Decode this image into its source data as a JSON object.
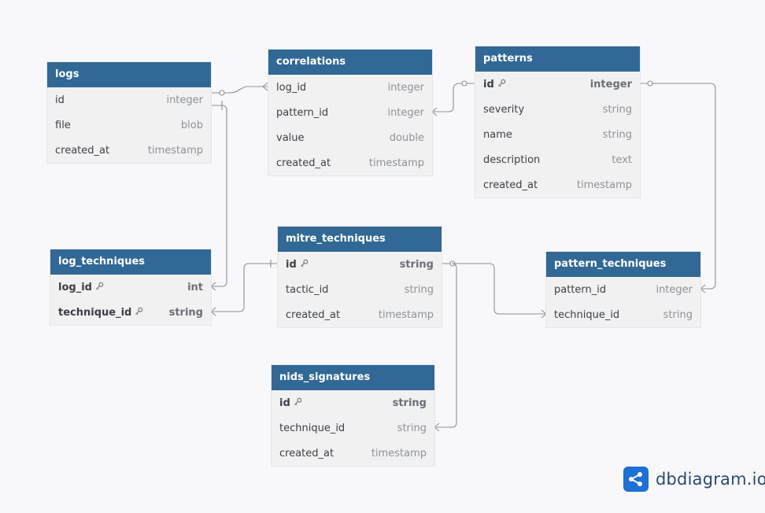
{
  "tables": [
    {
      "name": "logs",
      "fields": [
        {
          "name": "id",
          "type": "integer",
          "pk": false,
          "key_icon": false
        },
        {
          "name": "file",
          "type": "blob",
          "pk": false,
          "key_icon": false
        },
        {
          "name": "created_at",
          "type": "timestamp",
          "pk": false,
          "key_icon": false
        }
      ]
    },
    {
      "name": "correlations",
      "fields": [
        {
          "name": "log_id",
          "type": "integer",
          "pk": false,
          "key_icon": false
        },
        {
          "name": "pattern_id",
          "type": "integer",
          "pk": false,
          "key_icon": false
        },
        {
          "name": "value",
          "type": "double",
          "pk": false,
          "key_icon": false
        },
        {
          "name": "created_at",
          "type": "timestamp",
          "pk": false,
          "key_icon": false
        }
      ]
    },
    {
      "name": "patterns",
      "fields": [
        {
          "name": "id",
          "type": "integer",
          "pk": true,
          "key_icon": true
        },
        {
          "name": "severity",
          "type": "string",
          "pk": false,
          "key_icon": false
        },
        {
          "name": "name",
          "type": "string",
          "pk": false,
          "key_icon": false
        },
        {
          "name": "description",
          "type": "text",
          "pk": false,
          "key_icon": false
        },
        {
          "name": "created_at",
          "type": "timestamp",
          "pk": false,
          "key_icon": false
        }
      ]
    },
    {
      "name": "log_techniques",
      "fields": [
        {
          "name": "log_id",
          "type": "int",
          "pk": true,
          "key_icon": true
        },
        {
          "name": "technique_id",
          "type": "string",
          "pk": true,
          "key_icon": true
        }
      ]
    },
    {
      "name": "mitre_techniques",
      "fields": [
        {
          "name": "id",
          "type": "string",
          "pk": true,
          "key_icon": true
        },
        {
          "name": "tactic_id",
          "type": "string",
          "pk": false,
          "key_icon": false
        },
        {
          "name": "created_at",
          "type": "timestamp",
          "pk": false,
          "key_icon": false
        }
      ]
    },
    {
      "name": "pattern_techniques",
      "fields": [
        {
          "name": "pattern_id",
          "type": "integer",
          "pk": false,
          "key_icon": false
        },
        {
          "name": "technique_id",
          "type": "string",
          "pk": false,
          "key_icon": false
        }
      ]
    },
    {
      "name": "nids_signatures",
      "fields": [
        {
          "name": "id",
          "type": "string",
          "pk": true,
          "key_icon": true
        },
        {
          "name": "technique_id",
          "type": "string",
          "pk": false,
          "key_icon": false
        },
        {
          "name": "created_at",
          "type": "timestamp",
          "pk": false,
          "key_icon": false
        }
      ]
    }
  ],
  "relationships": [
    {
      "from": "logs.id",
      "to": "correlations.log_id"
    },
    {
      "from": "patterns.id",
      "to": "correlations.pattern_id"
    },
    {
      "from": "logs.id",
      "to": "log_techniques.log_id"
    },
    {
      "from": "mitre_techniques.id",
      "to": "log_techniques.technique_id"
    },
    {
      "from": "patterns.id",
      "to": "pattern_techniques.pattern_id"
    },
    {
      "from": "mitre_techniques.id",
      "to": "pattern_techniques.technique_id"
    },
    {
      "from": "mitre_techniques.id",
      "to": "nids_signatures.technique_id"
    }
  ],
  "brand": {
    "text": "dbdiagram.io",
    "icon": "dbdiagram-logo-icon",
    "color": "#1e6fd6"
  },
  "colors": {
    "header": "#316895",
    "body": "#f1f1f2",
    "link": "#8a8f96"
  }
}
